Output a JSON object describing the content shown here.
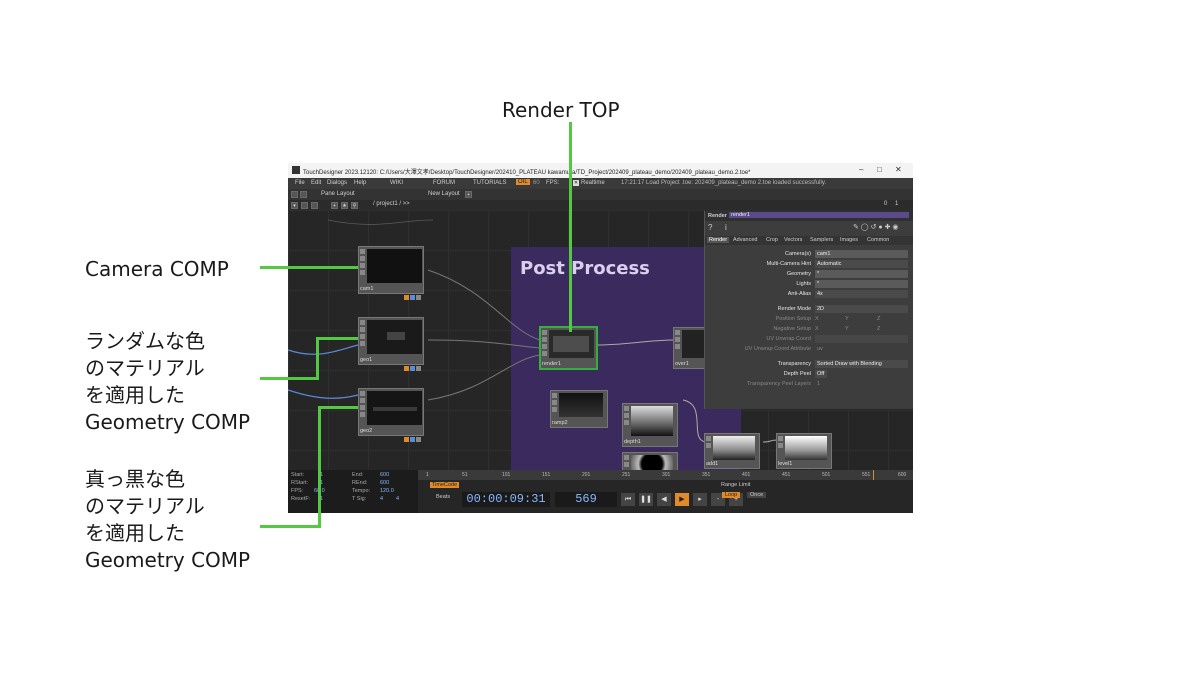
{
  "callouts": {
    "render_top": "Render TOP",
    "camera": "Camera COMP",
    "geo1": [
      "ランダムな色",
      "のマテリアル",
      "を適用した",
      "Geometry COMP"
    ],
    "geo2": [
      "真っ黒な色",
      "のマテリアル",
      "を適用した",
      "Geometry COMP"
    ]
  },
  "window": {
    "title": "TouchDesigner 2023.12120: C:/Users/大澤文孝/Desktop/TouchDesigner/202410_PLATEAU kawamura/TD_Project/202409_plateau_demo/202409_plateau_demo.2.toe*",
    "menu": [
      "File",
      "Edit",
      "Dialogs",
      "Help",
      "WIKI",
      "FORUM",
      "TUTORIALS"
    ],
    "oil": "OIL",
    "fps_value": "60",
    "fps_label": "FPS:",
    "realtime": "Realtime",
    "status": "17:21:17 Load Project .toe: 202409_plateau_demo 2.toe loaded successfully.",
    "pane_layout": "Pane Layout",
    "new_layout": "New Layout",
    "path": "/ project1 / >>",
    "pane_numbers": [
      "0",
      "1"
    ]
  },
  "network": {
    "post_process": "Post Process",
    "nodes": {
      "cam1": "cam1",
      "geo1": "geo1",
      "geo2": "geo2",
      "render1": "render1",
      "over1": "over1",
      "ramp2": "ramp2",
      "depth1": "depth1",
      "add1": "add1",
      "level1": "level1"
    }
  },
  "panel": {
    "type": "Render",
    "name": "render1",
    "tabs": [
      "Render",
      "Advanced",
      "Crop",
      "Vectors",
      "Samplers",
      "Images",
      "Common"
    ],
    "params": [
      {
        "label": "Camera(s)",
        "value": "cam1"
      },
      {
        "label": "Multi-Camera Hint",
        "value": "Automatic"
      },
      {
        "label": "Geometry",
        "value": "*"
      },
      {
        "label": "Lights",
        "value": "*"
      },
      {
        "label": "Anti-Alias",
        "value": "4x"
      },
      {
        "label": "Render Mode",
        "value": "2D"
      },
      {
        "label": "Position Setup",
        "value": ""
      },
      {
        "label": "Negative Setup",
        "value": ""
      },
      {
        "label": "UV Unwrap Coord",
        "value": ""
      },
      {
        "label": "UV Unwrap Coord Attribute",
        "value": "uv"
      },
      {
        "label": "Transparency",
        "value": "Sorted Draw with Blending"
      },
      {
        "label": "Depth Peel",
        "value": "Off"
      },
      {
        "label": "Transparency Peel Layers",
        "value": "1"
      }
    ],
    "xyz": [
      "X",
      "Y",
      "Z"
    ]
  },
  "timeline": {
    "left": {
      "start_label": "Start:",
      "start": "1",
      "rstart_label": "RStart:",
      "rstart": "1",
      "fps_label": "FPS:",
      "fps": "60.0",
      "resetf_label": "ResetF:",
      "resetf": "1",
      "end_label": "End:",
      "end": "600",
      "rend_label": "REnd:",
      "rend": "600",
      "tempo_label": "Tempo:",
      "tempo": "120.0",
      "tsig_label": "T Sig:",
      "tsig_a": "4",
      "tsig_b": "4"
    },
    "ruler": [
      "1",
      "51",
      "101",
      "151",
      "201",
      "251",
      "301",
      "351",
      "401",
      "451",
      "501",
      "551",
      "600"
    ],
    "timecode_label": "TimeCode",
    "beats_label": "Beats",
    "timecode": "00:00:09:31",
    "frame": "569",
    "range_limit": "Range Limit",
    "loop": "Loop",
    "once": "Once"
  },
  "colors": {
    "accent_green": "#55c843",
    "post_process_bg": "#3a2a5e",
    "timecode_blue": "#88b8ff",
    "oil_orange": "#e08a2a"
  }
}
